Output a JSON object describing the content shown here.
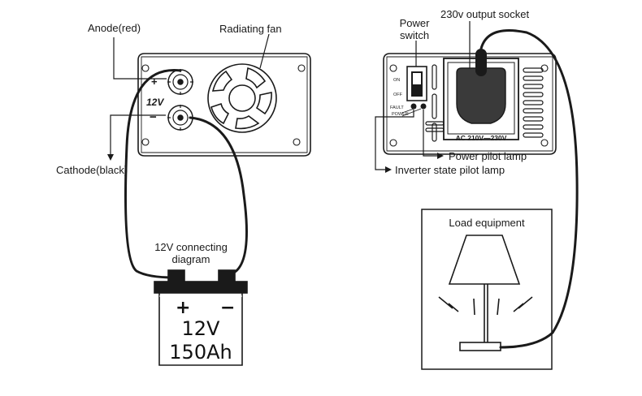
{
  "labels": {
    "anode": "Anode(red)",
    "cathode": "Cathode(black)",
    "radiating_fan": "Radiating fan",
    "voltage_mark": "12V",
    "connecting_diagram_line1": "12V connecting",
    "connecting_diagram_line2": "diagram",
    "power_switch_line1": "Power",
    "power_switch_line2": "switch",
    "output_socket": "230v output socket",
    "power_pilot_lamp": "Power pilot lamp",
    "inverter_state_lamp": "Inverter state pilot lamp",
    "load_equipment": "Load equipment",
    "socket_rating": "AC 210V—230V"
  },
  "panel_marks": {
    "on": "ON",
    "off": "OFF",
    "fault": "FAULT",
    "power": "POWER"
  },
  "battery": {
    "plus": "+",
    "minus": "−",
    "voltage": "12V",
    "capacity": "150Ah"
  },
  "colors": {
    "ink": "#1a1a1a",
    "socket_fill": "#3a3a3a",
    "background": "#ffffff"
  }
}
